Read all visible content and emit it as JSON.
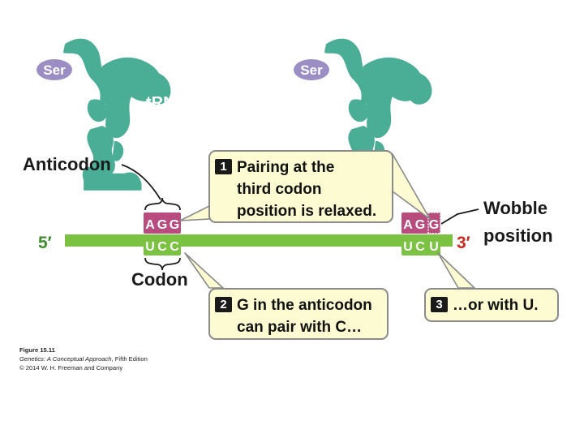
{
  "labels": {
    "ser_left": "Ser",
    "ser_right": "Ser",
    "trna": "tRNA",
    "anticodon": "Anticodon",
    "codon": "Codon",
    "wobble_line1": "Wobble",
    "wobble_line2": "position",
    "five_prime": "5′",
    "three_prime": "3′"
  },
  "left_pair": {
    "anticodon_bases": [
      "A",
      "G",
      "G"
    ],
    "codon_bases": [
      "U",
      "C",
      "C"
    ]
  },
  "right_pair": {
    "anticodon_bases": [
      "A",
      "G",
      "G"
    ],
    "codon_bases": [
      "U",
      "C",
      "U"
    ]
  },
  "callouts": [
    {
      "num": "1",
      "line1": "Pairing at the",
      "line2": "third codon",
      "line3": "position is relaxed."
    },
    {
      "num": "2",
      "line1": "G in the anticodon",
      "line2": "can pair with C…"
    },
    {
      "num": "3",
      "line1": "…or  with U."
    }
  ],
  "caption": {
    "figure": "Figure 15.11",
    "book_title": "Genetics: A Conceptual Approach",
    "edition": ", Fifth Edition",
    "copyright": "© 2014 W. H. Freeman and Company"
  },
  "colors": {
    "trna": "#4aae96",
    "ser_badge": "#9a8ec4",
    "mrna": "#7cc242",
    "anticodon_box": "#b84c7e",
    "codon_box": "#7cc242",
    "callout_fill": "#fdfbd2",
    "prime_red": "#c8281e",
    "five_prime_green": "#3f8f2b"
  }
}
